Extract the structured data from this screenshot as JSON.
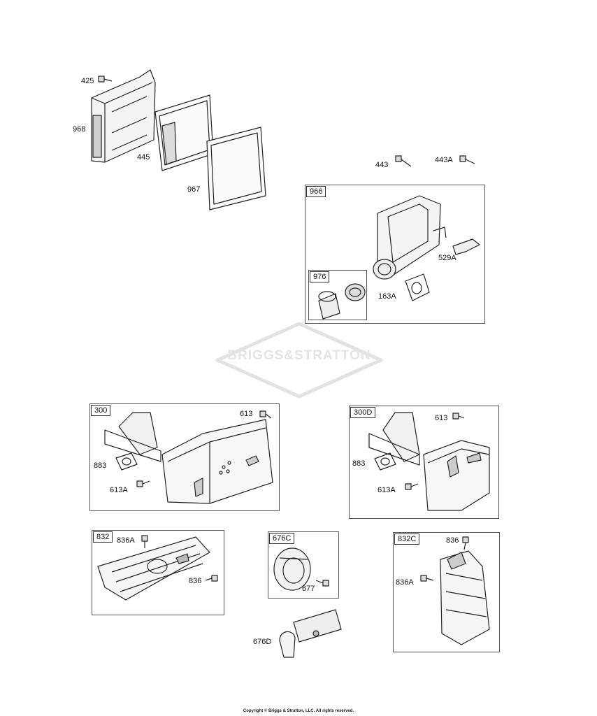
{
  "watermark": "BRIGGS&STRATTON",
  "copyright": "Copyright © Briggs & Stratton, LLC. All rights reserved.",
  "labels": {
    "p425": "425",
    "p968": "968",
    "p445": "445",
    "p967": "967",
    "p443": "443",
    "p443a": "443A",
    "p529a": "529A",
    "p163a": "163A",
    "p613_a": "613",
    "p883_a": "883",
    "p613a_a": "613A",
    "p613_b": "613",
    "p883_b": "883",
    "p613a_b": "613A",
    "p836a_a": "836A",
    "p836_a": "836",
    "p677": "677",
    "p676d": "676D",
    "p836_b": "836",
    "p836a_b": "836A"
  },
  "boxes": {
    "b966": "966",
    "b976": "976",
    "b300": "300",
    "b300d": "300D",
    "b832": "832",
    "b676c": "676C",
    "b832c": "832C"
  }
}
